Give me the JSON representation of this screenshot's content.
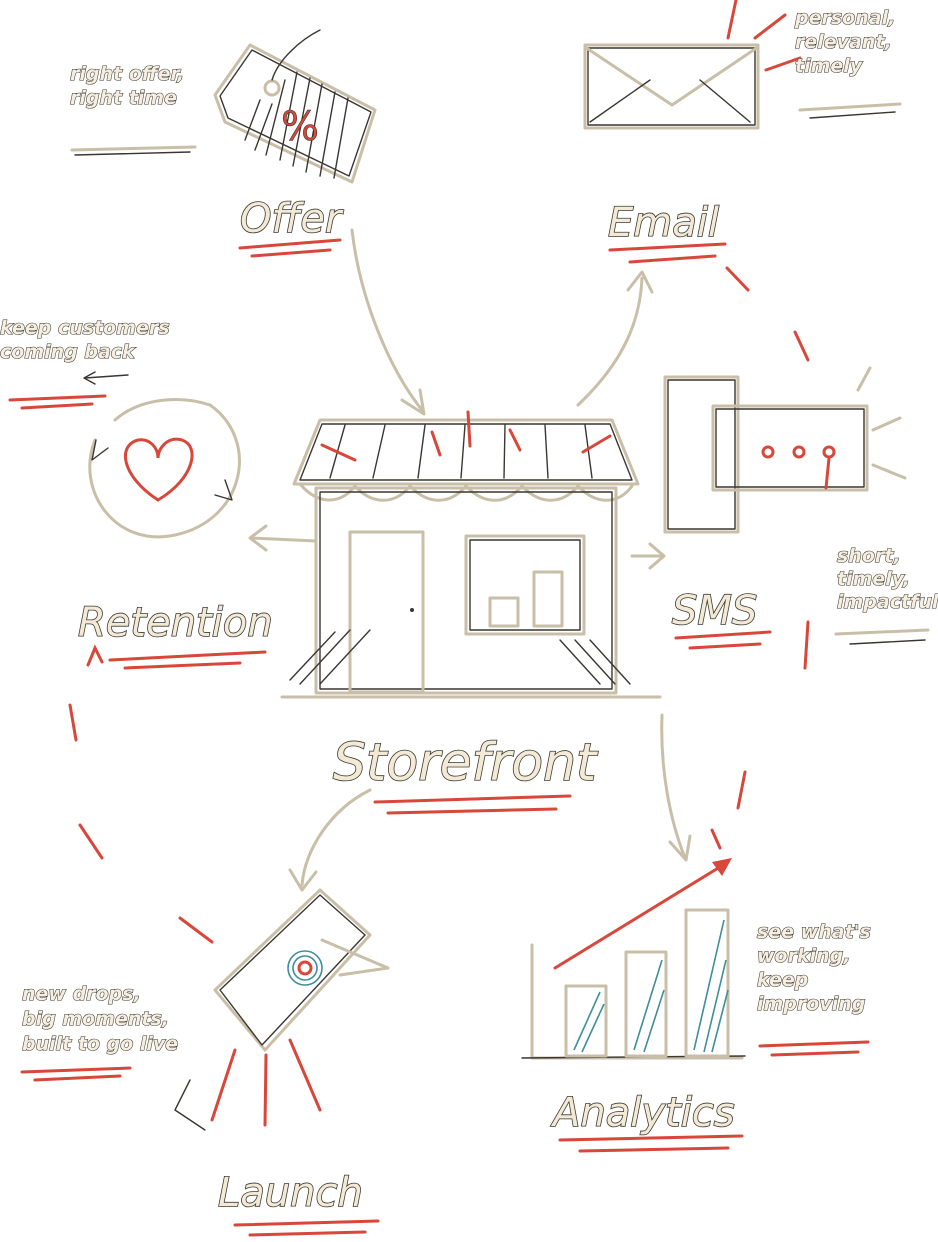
{
  "nodes": {
    "storefront": {
      "label": "Storefront"
    },
    "offer": {
      "label": "Offer",
      "note": [
        "right offer,",
        "right time"
      ],
      "badge": "%"
    },
    "email": {
      "label": "Email",
      "note": [
        "personal,",
        "relevant,",
        "timely"
      ]
    },
    "sms": {
      "label": "SMS",
      "note": [
        "short,",
        "timely,",
        "impactful"
      ]
    },
    "retention": {
      "label": "Retention",
      "note": [
        "keep customers",
        "coming back"
      ]
    },
    "launch": {
      "label": "Launch",
      "note": [
        "new drops,",
        "big moments,",
        "built to go live"
      ]
    },
    "analytics": {
      "label": "Analytics",
      "note": [
        "see what's",
        "working,",
        "keep",
        "improving"
      ]
    }
  },
  "edges": [
    {
      "from": "offer",
      "to": "storefront"
    },
    {
      "from": "storefront",
      "to": "email"
    },
    {
      "from": "storefront",
      "to": "sms"
    },
    {
      "from": "storefront",
      "to": "retention"
    },
    {
      "from": "storefront",
      "to": "launch"
    },
    {
      "from": "storefront",
      "to": "analytics"
    }
  ],
  "colors": {
    "sketch": "#c9bfa8",
    "ink": "#3a3631",
    "accent": "#d8473a",
    "teal": "#3f8e9b",
    "label_fill": "#f3ead6"
  }
}
